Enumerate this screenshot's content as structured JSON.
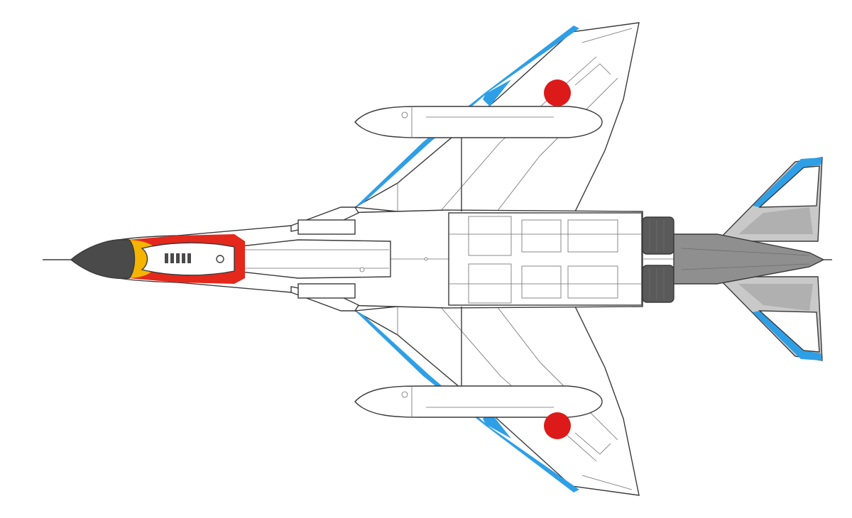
{
  "image": {
    "subject": "aircraft-underside-profile",
    "background_color": "#ffffff"
  },
  "colors": {
    "outline": "#3a3a3a",
    "panel_line": "#6d6d6d",
    "airframe_white": "#ffffff",
    "stripe_blue": "#2e9fe6",
    "roundel_red": "#dc1a1a",
    "nose_red": "#e4281c",
    "nose_yellow": "#f5b400",
    "radome_dark": "#4a4a4a",
    "exhaust_dark": "#5a5a5a",
    "tail_gray": "#8f8f8f",
    "tail_light_gray": "#c9c9c9",
    "tail_mid_gray": "#b0b0b0"
  },
  "markings": {
    "roundel_count": 2,
    "external_tank_count": 2
  }
}
